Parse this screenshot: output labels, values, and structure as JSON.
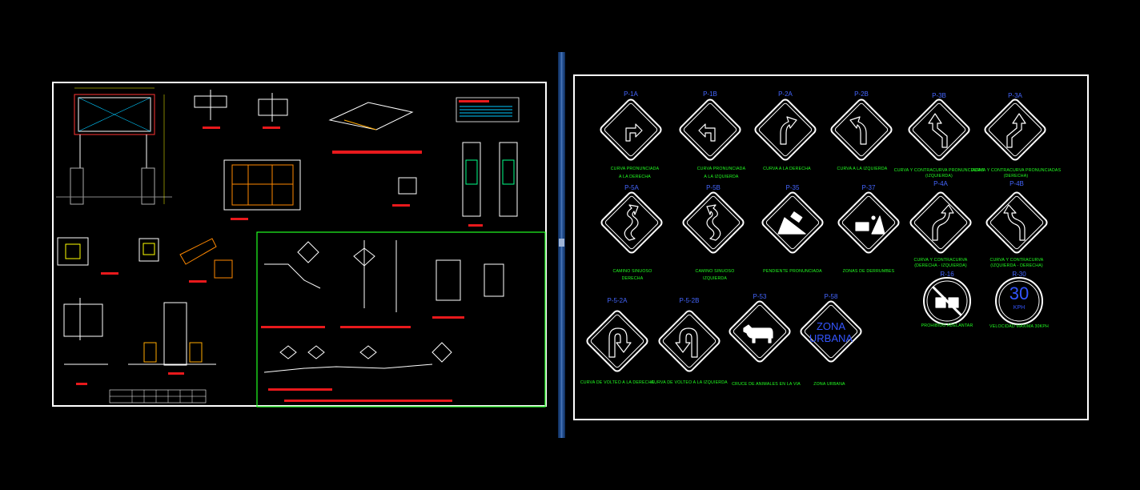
{
  "colors": {
    "background": "#000000",
    "outline": "#ffffff",
    "code_text": "#4466ff",
    "caption_text": "#22ff22",
    "title_bar": "#e8191c",
    "detail_frame": "#22ff22",
    "dimension": "#00c8ff"
  },
  "right_sheet": {
    "signs": [
      {
        "code": "P-1A",
        "caption": "CURVA PRONUNCIADA",
        "caption2": "A LA DERECHA",
        "icon": "arrow-turn-right-icon"
      },
      {
        "code": "P-1B",
        "caption": "CURVA PRONUNCIADA",
        "caption2": "A LA IZQUIERDA",
        "icon": "arrow-turn-left-icon"
      },
      {
        "code": "P-2A",
        "caption": "CURVA A LA DERECHA",
        "caption2": "",
        "icon": "arrow-curve-right-icon"
      },
      {
        "code": "P-2B",
        "caption": "CURVA A LA IZQUIERDA",
        "caption2": "",
        "icon": "arrow-curve-left-icon"
      },
      {
        "code": "P-3B",
        "caption": "CURVA Y CONTRACURVA PRONUNCIADAS",
        "caption2": "(IZQUIERDA)",
        "icon": "double-curve-left-icon"
      },
      {
        "code": "P-3A",
        "caption": "CURVA Y CONTRACURVA PRONUNCIADAS",
        "caption2": "(DERECHA)",
        "icon": "double-curve-right-icon"
      },
      {
        "code": "P-5A",
        "caption": "CAMINO SINUOSO",
        "caption2": "DERECHA",
        "icon": "winding-road-right-icon"
      },
      {
        "code": "P-5B",
        "caption": "CAMINO SINUOSO",
        "caption2": "IZQUIERDA",
        "icon": "winding-road-left-icon"
      },
      {
        "code": "P-35",
        "caption": "PENDIENTE PRONUNCIADA",
        "caption2": "",
        "icon": "steep-slope-icon"
      },
      {
        "code": "P-37",
        "caption": "ZONAS DE DERRUMBES",
        "caption2": "",
        "icon": "falling-rocks-icon"
      },
      {
        "code": "P-4A",
        "caption": "CURVA Y CONTRACURVA",
        "caption2": "(DERECHA - IZQUIERDA)",
        "icon": "reverse-curve-right-icon"
      },
      {
        "code": "P-4B",
        "caption": "CURVA Y CONTRACURVA",
        "caption2": "(IZQUIERDA - DERECHA)",
        "icon": "reverse-curve-left-icon"
      },
      {
        "code": "P-5-2A",
        "caption": "CURVA DE VOLTEO A LA DERECHA",
        "caption2": "",
        "icon": "u-turn-right-icon"
      },
      {
        "code": "P-5-2B",
        "caption": "CURVA DE VOLTEO A LA IZQUIERDA",
        "caption2": "",
        "icon": "u-turn-left-icon"
      },
      {
        "code": "P-53",
        "caption": "CRUCE DE ANIMALES EN LA VIA",
        "caption2": "",
        "icon": "cattle-icon"
      },
      {
        "code": "P-58",
        "caption": "ZONA URBANA",
        "caption2": "",
        "icon": "urban-zone-icon"
      }
    ],
    "zona_text": {
      "line1": "ZONA",
      "line2": "URBANA"
    },
    "regulatory": [
      {
        "code": "R-16",
        "caption": "PROHIBIDO ADELANTAR",
        "icon": "no-overtaking-icon"
      },
      {
        "code": "R-30",
        "caption": "VELOCIDAD MAXIMA 30KPH",
        "icon": "speed-limit-icon",
        "number": "30",
        "unit": "KPH"
      }
    ]
  }
}
